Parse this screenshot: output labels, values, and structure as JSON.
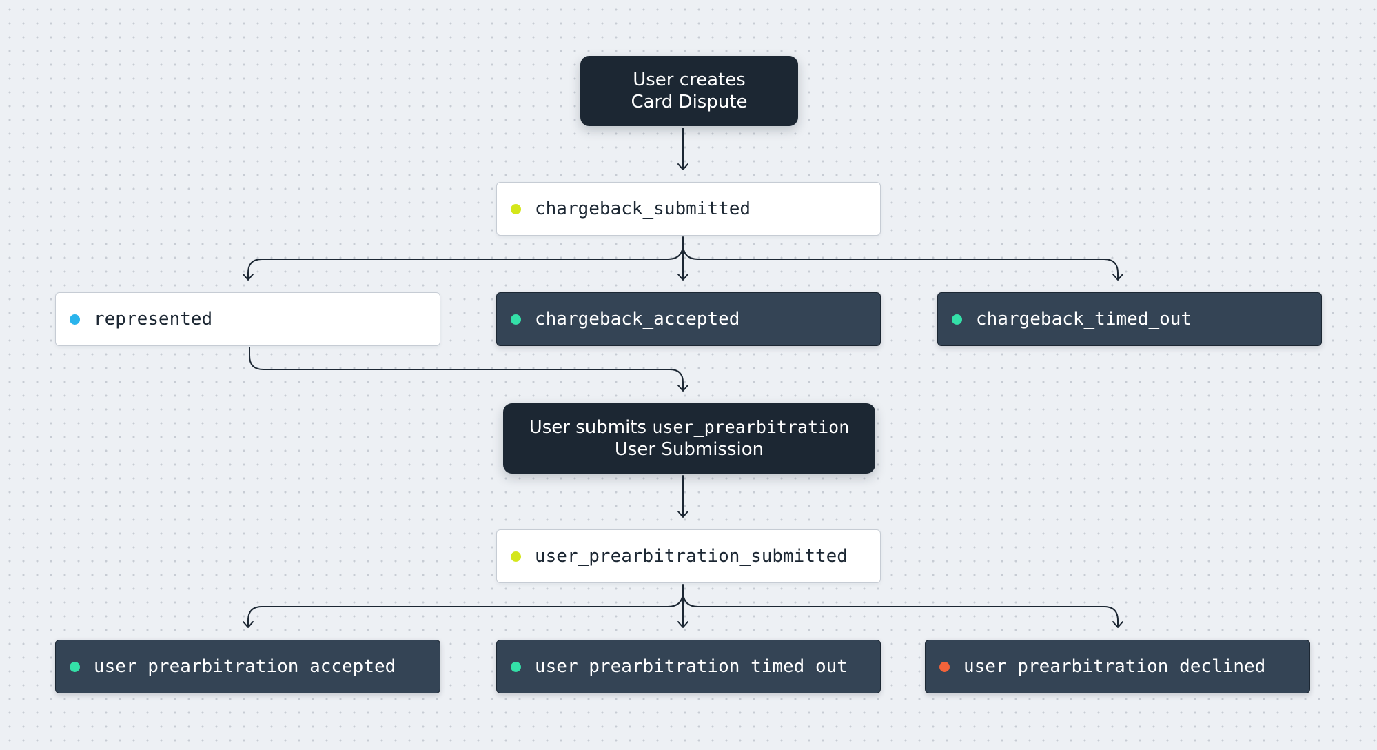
{
  "diagram": {
    "start_event": {
      "line1": "User creates",
      "line2": "Card Dispute"
    },
    "states_level1": {
      "chargeback_submitted": {
        "label": "chargeback_submitted",
        "status_color": "#d4e61a"
      }
    },
    "states_level2": {
      "represented": {
        "label": "represented",
        "status_color": "#2ab4ec"
      },
      "chargeback_accepted": {
        "label": "chargeback_accepted",
        "status_color": "#34e0a8"
      },
      "chargeback_timed_out": {
        "label": "chargeback_timed_out",
        "status_color": "#34e0a8"
      }
    },
    "submission_event": {
      "prefix": "User submits",
      "code": "user_prearbitration",
      "line2": "User Submission"
    },
    "states_level3": {
      "user_prearbitration_submitted": {
        "label": "user_prearbitration_submitted",
        "status_color": "#d4e61a"
      }
    },
    "states_level4": {
      "user_prearbitration_accepted": {
        "label": "user_prearbitration_accepted",
        "status_color": "#34e0a8"
      },
      "user_prearbitration_timed_out": {
        "label": "user_prearbitration_timed_out",
        "status_color": "#34e0a8"
      },
      "user_prearbitration_declined": {
        "label": "user_prearbitration_declined",
        "status_color": "#f2633a"
      }
    },
    "colors": {
      "event_background": "#1c2733",
      "terminal_state_background": "#344455",
      "open_state_background": "#ffffff",
      "connector": "#1c2733"
    }
  }
}
